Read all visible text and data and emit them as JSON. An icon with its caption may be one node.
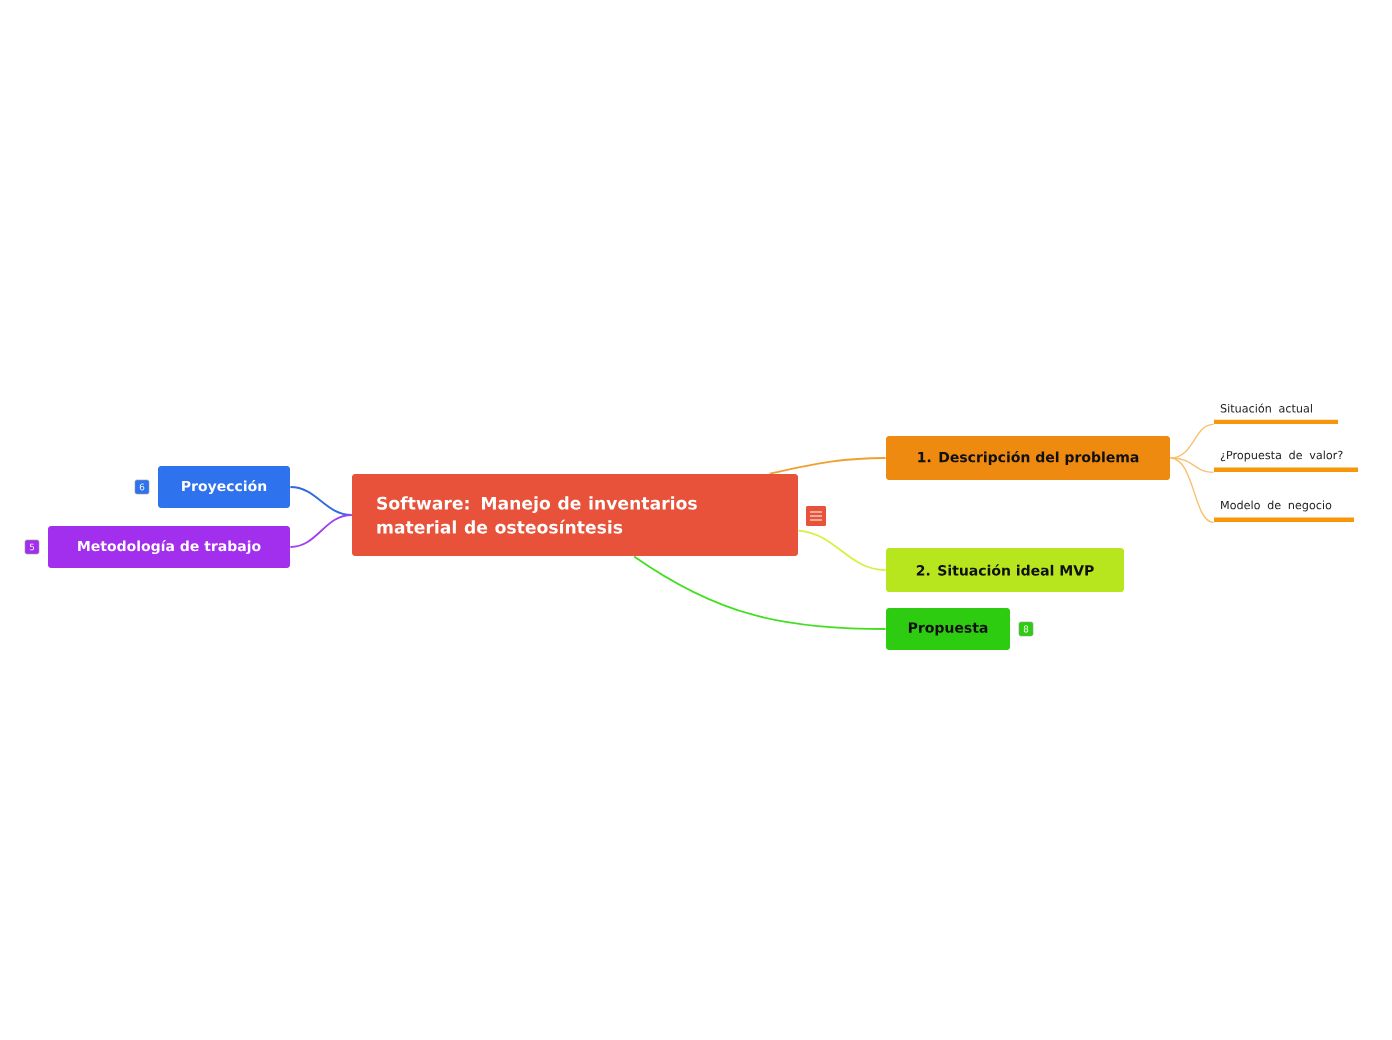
{
  "diagram": {
    "nodes": [
      {
        "text": [
          "Software: Manejo de inventarios material de osteosíntesis"
        ]
      },
      {
        "text": [
          "1. Descripción del problema"
        ]
      },
      {
        "text": [
          "Situación actual"
        ]
      },
      {
        "text": [
          "¿Propuesta de valor?"
        ]
      },
      {
        "text": [
          "Modelo de negocio"
        ]
      },
      {
        "text": [
          "2. Situación ideal  MVP"
        ]
      },
      {
        "text": [
          "Propuesta"
        ],
        "beside": [
          "8"
        ]
      },
      {
        "text": [
          "Proyección"
        ],
        "beside": [
          "6"
        ]
      },
      {
        "text": [
          "Metodología de trabajo"
        ],
        "beside": [
          "5"
        ]
      }
    ],
    "edges": [
      {
        "from": 0,
        "to": 1,
        "arrow": "none",
        "color": "#f0a030"
      },
      {
        "from": 1,
        "to": 2,
        "arrow": "none",
        "color": "#f8c070"
      },
      {
        "from": 1,
        "to": 3,
        "arrow": "none",
        "color": "#f8c070"
      },
      {
        "from": 1,
        "to": 4,
        "arrow": "none",
        "color": "#f8c070"
      },
      {
        "from": 0,
        "to": 5,
        "arrow": "none",
        "color": "#d8f040"
      },
      {
        "from": 0,
        "to": 6,
        "arrow": "none",
        "color": "#40e020"
      },
      {
        "from": 0,
        "to": 7,
        "arrow": "none",
        "color": "#2f6ae0"
      },
      {
        "from": 0,
        "to": 8,
        "arrow": "none",
        "color": "#a040f0"
      }
    ]
  }
}
